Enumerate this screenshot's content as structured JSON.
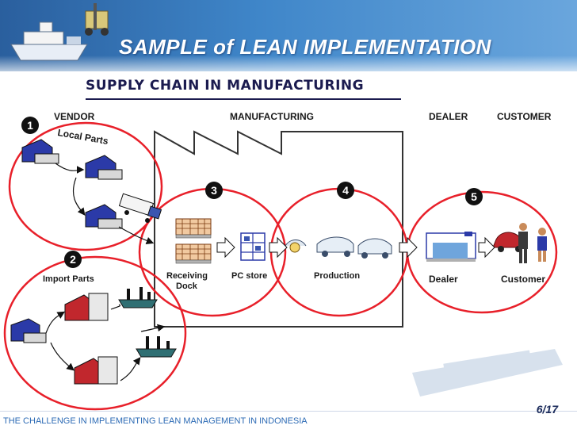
{
  "title": "SAMPLE of LEAN IMPLEMENTATION",
  "subtitle": "SUPPLY CHAIN IN MANUFACTURING",
  "sections": {
    "vendor": "VENDOR",
    "manufacturing": "MANUFACTURING",
    "dealer": "DEALER",
    "customer": "CUSTOMER"
  },
  "labels": {
    "local_parts": "Local Parts",
    "import_parts": "Import Parts",
    "receiving_dock": "Receiving",
    "receiving_dock_2": "Dock",
    "pc_store": "PC store",
    "production": "Production",
    "dealer": "Dealer",
    "customer": "Customer"
  },
  "steps": [
    "1",
    "2",
    "3",
    "4",
    "5"
  ],
  "footer": "THE CHALLENGE IN IMPLEMENTING LEAN MANAGEMENT IN INDONESIA",
  "page": "6/17",
  "colors": {
    "header": "#3f86c9",
    "circle": "#e8202a",
    "title_text": "#ffffff",
    "footer_text": "#2d6bb5"
  }
}
